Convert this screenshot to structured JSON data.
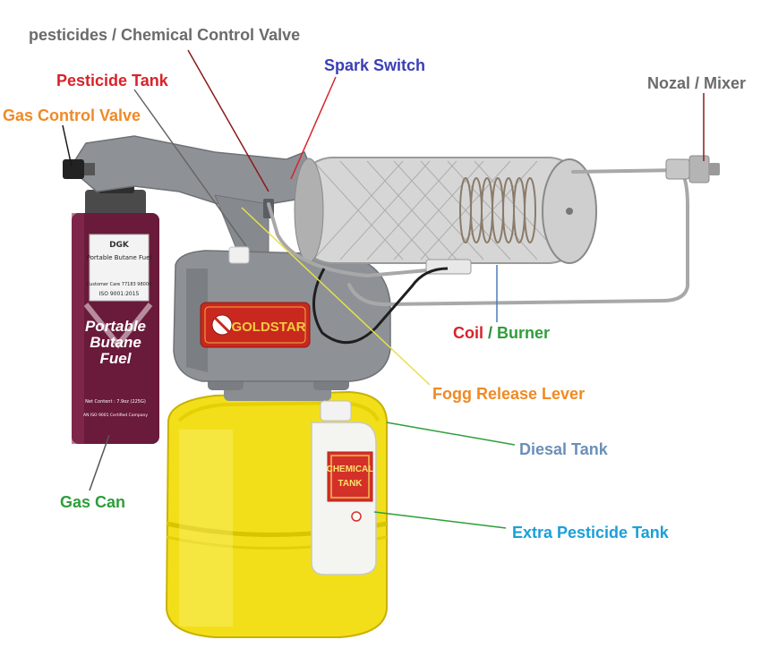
{
  "labels": {
    "chemical_valve": {
      "text": "pesticides / Chemical Control Valve",
      "color": "#6b6b6b"
    },
    "pesticide_tank": {
      "text": "Pesticide Tank",
      "color": "#d8232a"
    },
    "gas_control_valve": {
      "text": "Gas Control Valve",
      "color": "#f08a24"
    },
    "spark_switch": {
      "text": "Spark Switch",
      "color": "#3a3fb5"
    },
    "nozzle_mixer": {
      "text": "Nozal / Mixer",
      "color": "#6b6b6b"
    },
    "coil": {
      "text": "Coil",
      "color": "#d8232a"
    },
    "coil_sep": {
      "text": " / ",
      "color": "#2e8b3a"
    },
    "burner": {
      "text": "Burner",
      "color": "#2e9e3a"
    },
    "fogg_release_lever": {
      "text": "Fogg Release Lever",
      "color": "#f08a24"
    },
    "diesal_tank": {
      "text": "Diesal Tank",
      "color": "#6b8fb8"
    },
    "gas_can": {
      "text": "Gas Can",
      "color": "#2e9e3a"
    },
    "extra_pesticide_tank": {
      "text": "Extra Pesticide Tank",
      "color": "#1aa0d8"
    }
  },
  "product": {
    "brand": "GOLDSTAR",
    "fuel_can": {
      "maker": "DGK",
      "line1": "Portable Butane Fuel",
      "big1": "Portable",
      "big2": "Butane",
      "big3": "Fuel",
      "care": "Customer Care 77183 98000",
      "iso": "ISO 9001:2015",
      "net": "Net Content : 7.9oz (225G)",
      "cert": "AN ISO 9001 Certified Company"
    },
    "chemical_bottle": {
      "line1": "CHEMICAL",
      "line2": "TANK"
    }
  },
  "colors": {
    "body_gray": "#8e9296",
    "tank_yellow": "#f2df1a",
    "can_maroon": "#6a1a3a",
    "chrome": "#b9b9b9",
    "logo_red": "#c8281e"
  }
}
